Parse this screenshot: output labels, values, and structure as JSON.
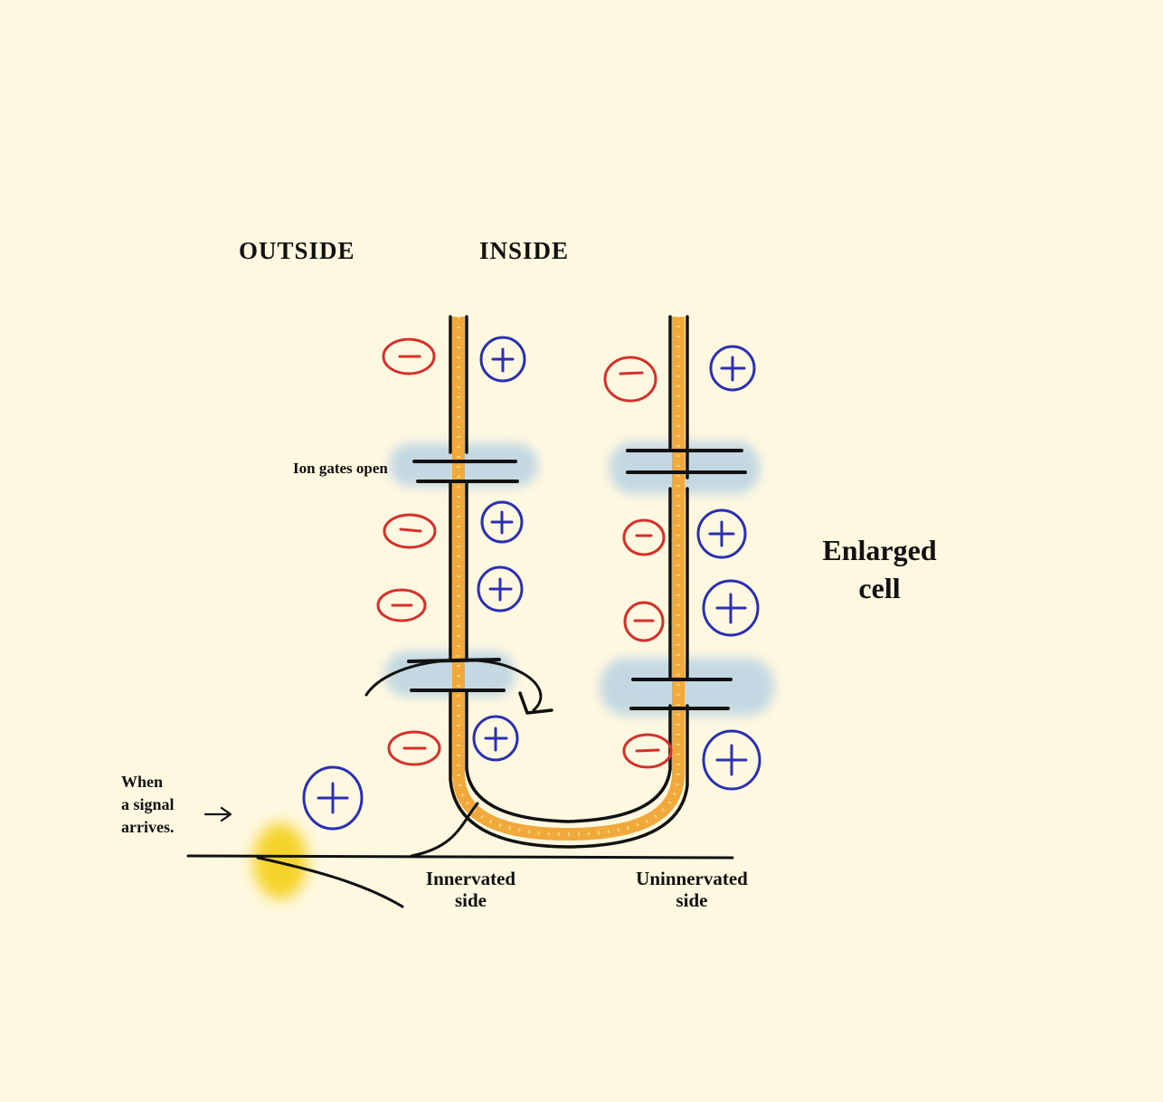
{
  "labels": {
    "outside": "OUTSIDE",
    "inside": "INSIDE",
    "ion_gates": "Ion gates open",
    "enlarged_cell": "Enlarged\ncell",
    "signal": "When\na signal\narrives.",
    "innervated": "Innervated\nside",
    "uninnervated": "Uninnervated\nside"
  },
  "ions": {
    "negative": "−",
    "positive": "+"
  },
  "colors": {
    "background": "#fef8e1",
    "membrane": "#f2a93b",
    "membrane_line": "#111111",
    "negative_ion": "#d6302b",
    "positive_ion": "#2a2fb4",
    "gate_glow": "#b9d3e3",
    "signal_spot": "#f5d32a"
  }
}
